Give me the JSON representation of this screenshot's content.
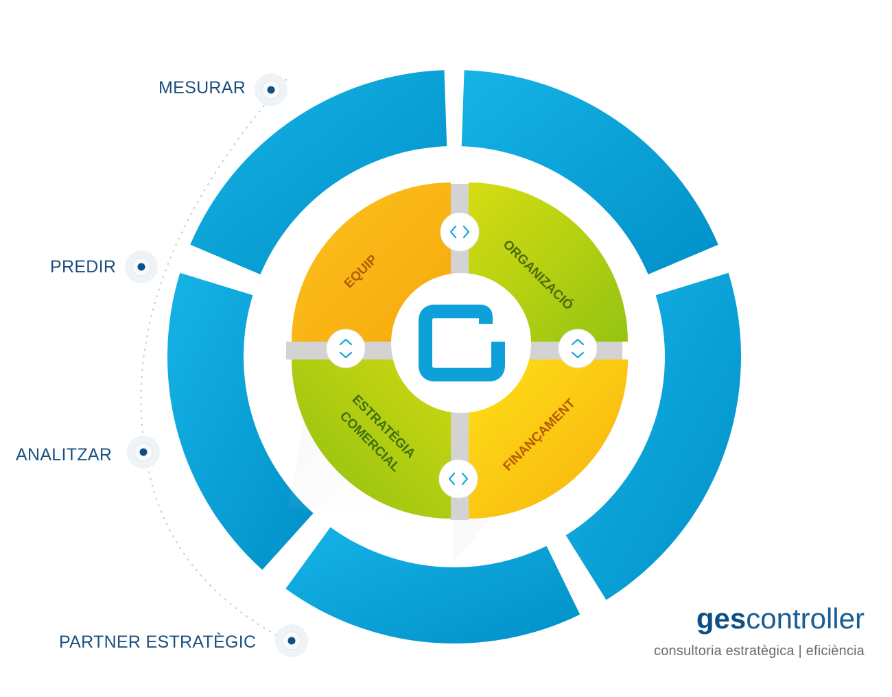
{
  "steps": [
    {
      "label": "MESURAR"
    },
    {
      "label": "PREDIR"
    },
    {
      "label": "ANALITZAR"
    },
    {
      "label": "PARTNER ESTRATÈGIC"
    }
  ],
  "quadrants": [
    {
      "label": "EQUIP"
    },
    {
      "label": "ORGANIZACIÓ"
    },
    {
      "label": "ESTRATÈGIA",
      "label2": "COMERCIAL"
    },
    {
      "label": "FINANÇAMENT"
    }
  ],
  "brand": {
    "name_bold": "ges",
    "name_light": "controller",
    "tagline": "consultoria estratègica | eficiència"
  },
  "colors": {
    "ring": "#0aa3d9",
    "ring_dark": "#0089c4",
    "orange": "#fbb314",
    "green": "#a8cc14",
    "label_blue": "#1b4f7e",
    "logo": "#0ea0d8"
  },
  "icons": {
    "center": "gescontroller-logo-icon",
    "arrows_h": "chevron-left-right-icon",
    "arrows_v": "chevron-up-down-icon",
    "step_dot": "target-dot-icon"
  }
}
